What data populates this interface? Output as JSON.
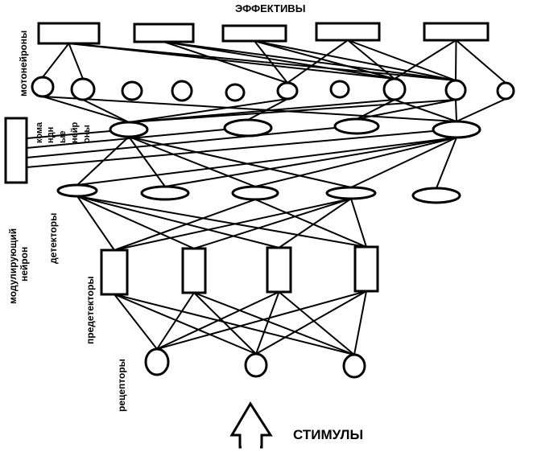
{
  "title": "ЭФФЕКТИВЫ",
  "bottom_label": "СТИМУЛЫ",
  "layers": {
    "effectors": {
      "label": "ЭФФЕКТИВЫ",
      "count": 5,
      "shape": "rectangle"
    },
    "motoneurons": {
      "label": "мотонейроны",
      "count": 10,
      "shape": "circle"
    },
    "command_neurons": {
      "label_lines": [
        "кома",
        "ндн",
        "ые",
        "нейр",
        "оны"
      ],
      "count": 4,
      "shape": "ellipse"
    },
    "detectors": {
      "label": "детекторы",
      "count": 5,
      "shape": "ellipse"
    },
    "predetectors": {
      "label": "предетекторы",
      "count": 4,
      "shape": "rectangle"
    },
    "receptors": {
      "label": "рецепторы",
      "count": 3,
      "shape": "circle"
    }
  },
  "modulating_neuron": {
    "label_lines": [
      "модулирующий",
      "нейрон"
    ],
    "shape": "rectangle"
  },
  "stimulus_arrow": {
    "icon": "up-arrow-icon",
    "direction": "up"
  },
  "connections": {
    "receptor_to_predetector": [
      [
        0,
        0
      ],
      [
        0,
        1
      ],
      [
        0,
        2
      ],
      [
        0,
        3
      ],
      [
        1,
        0
      ],
      [
        1,
        1
      ],
      [
        1,
        2
      ],
      [
        1,
        3
      ],
      [
        2,
        0
      ],
      [
        2,
        1
      ],
      [
        2,
        2
      ],
      [
        2,
        3
      ]
    ],
    "predetector_to_detector": [
      [
        0,
        0
      ],
      [
        0,
        2
      ],
      [
        0,
        3
      ],
      [
        1,
        0
      ],
      [
        1,
        3
      ],
      [
        2,
        0
      ],
      [
        2,
        3
      ],
      [
        3,
        0
      ],
      [
        3,
        2
      ],
      [
        3,
        3
      ]
    ],
    "detector_to_command": [
      [
        0,
        0
      ],
      [
        0,
        3
      ],
      [
        1,
        0
      ],
      [
        1,
        3
      ],
      [
        2,
        0
      ],
      [
        2,
        3
      ],
      [
        3,
        0
      ],
      [
        3,
        3
      ],
      [
        4,
        3
      ]
    ],
    "modulator_to_command": [
      0,
      1,
      2,
      3
    ],
    "command_to_motoneuron": [
      [
        0,
        0
      ],
      [
        0,
        1
      ],
      [
        0,
        5
      ],
      [
        0,
        7
      ],
      [
        0,
        8
      ],
      [
        1,
        5
      ],
      [
        2,
        7
      ],
      [
        2,
        8
      ],
      [
        3,
        0
      ],
      [
        3,
        7
      ],
      [
        3,
        8
      ],
      [
        3,
        9
      ]
    ],
    "effector_to_motoneuron": [
      [
        0,
        0
      ],
      [
        0,
        1
      ],
      [
        0,
        7
      ],
      [
        0,
        8
      ],
      [
        1,
        5
      ],
      [
        1,
        7
      ],
      [
        1,
        8
      ],
      [
        2,
        5
      ],
      [
        2,
        7
      ],
      [
        2,
        8
      ],
      [
        3,
        5
      ],
      [
        3,
        7
      ],
      [
        3,
        8
      ],
      [
        4,
        7
      ],
      [
        4,
        8
      ],
      [
        4,
        9
      ]
    ]
  }
}
